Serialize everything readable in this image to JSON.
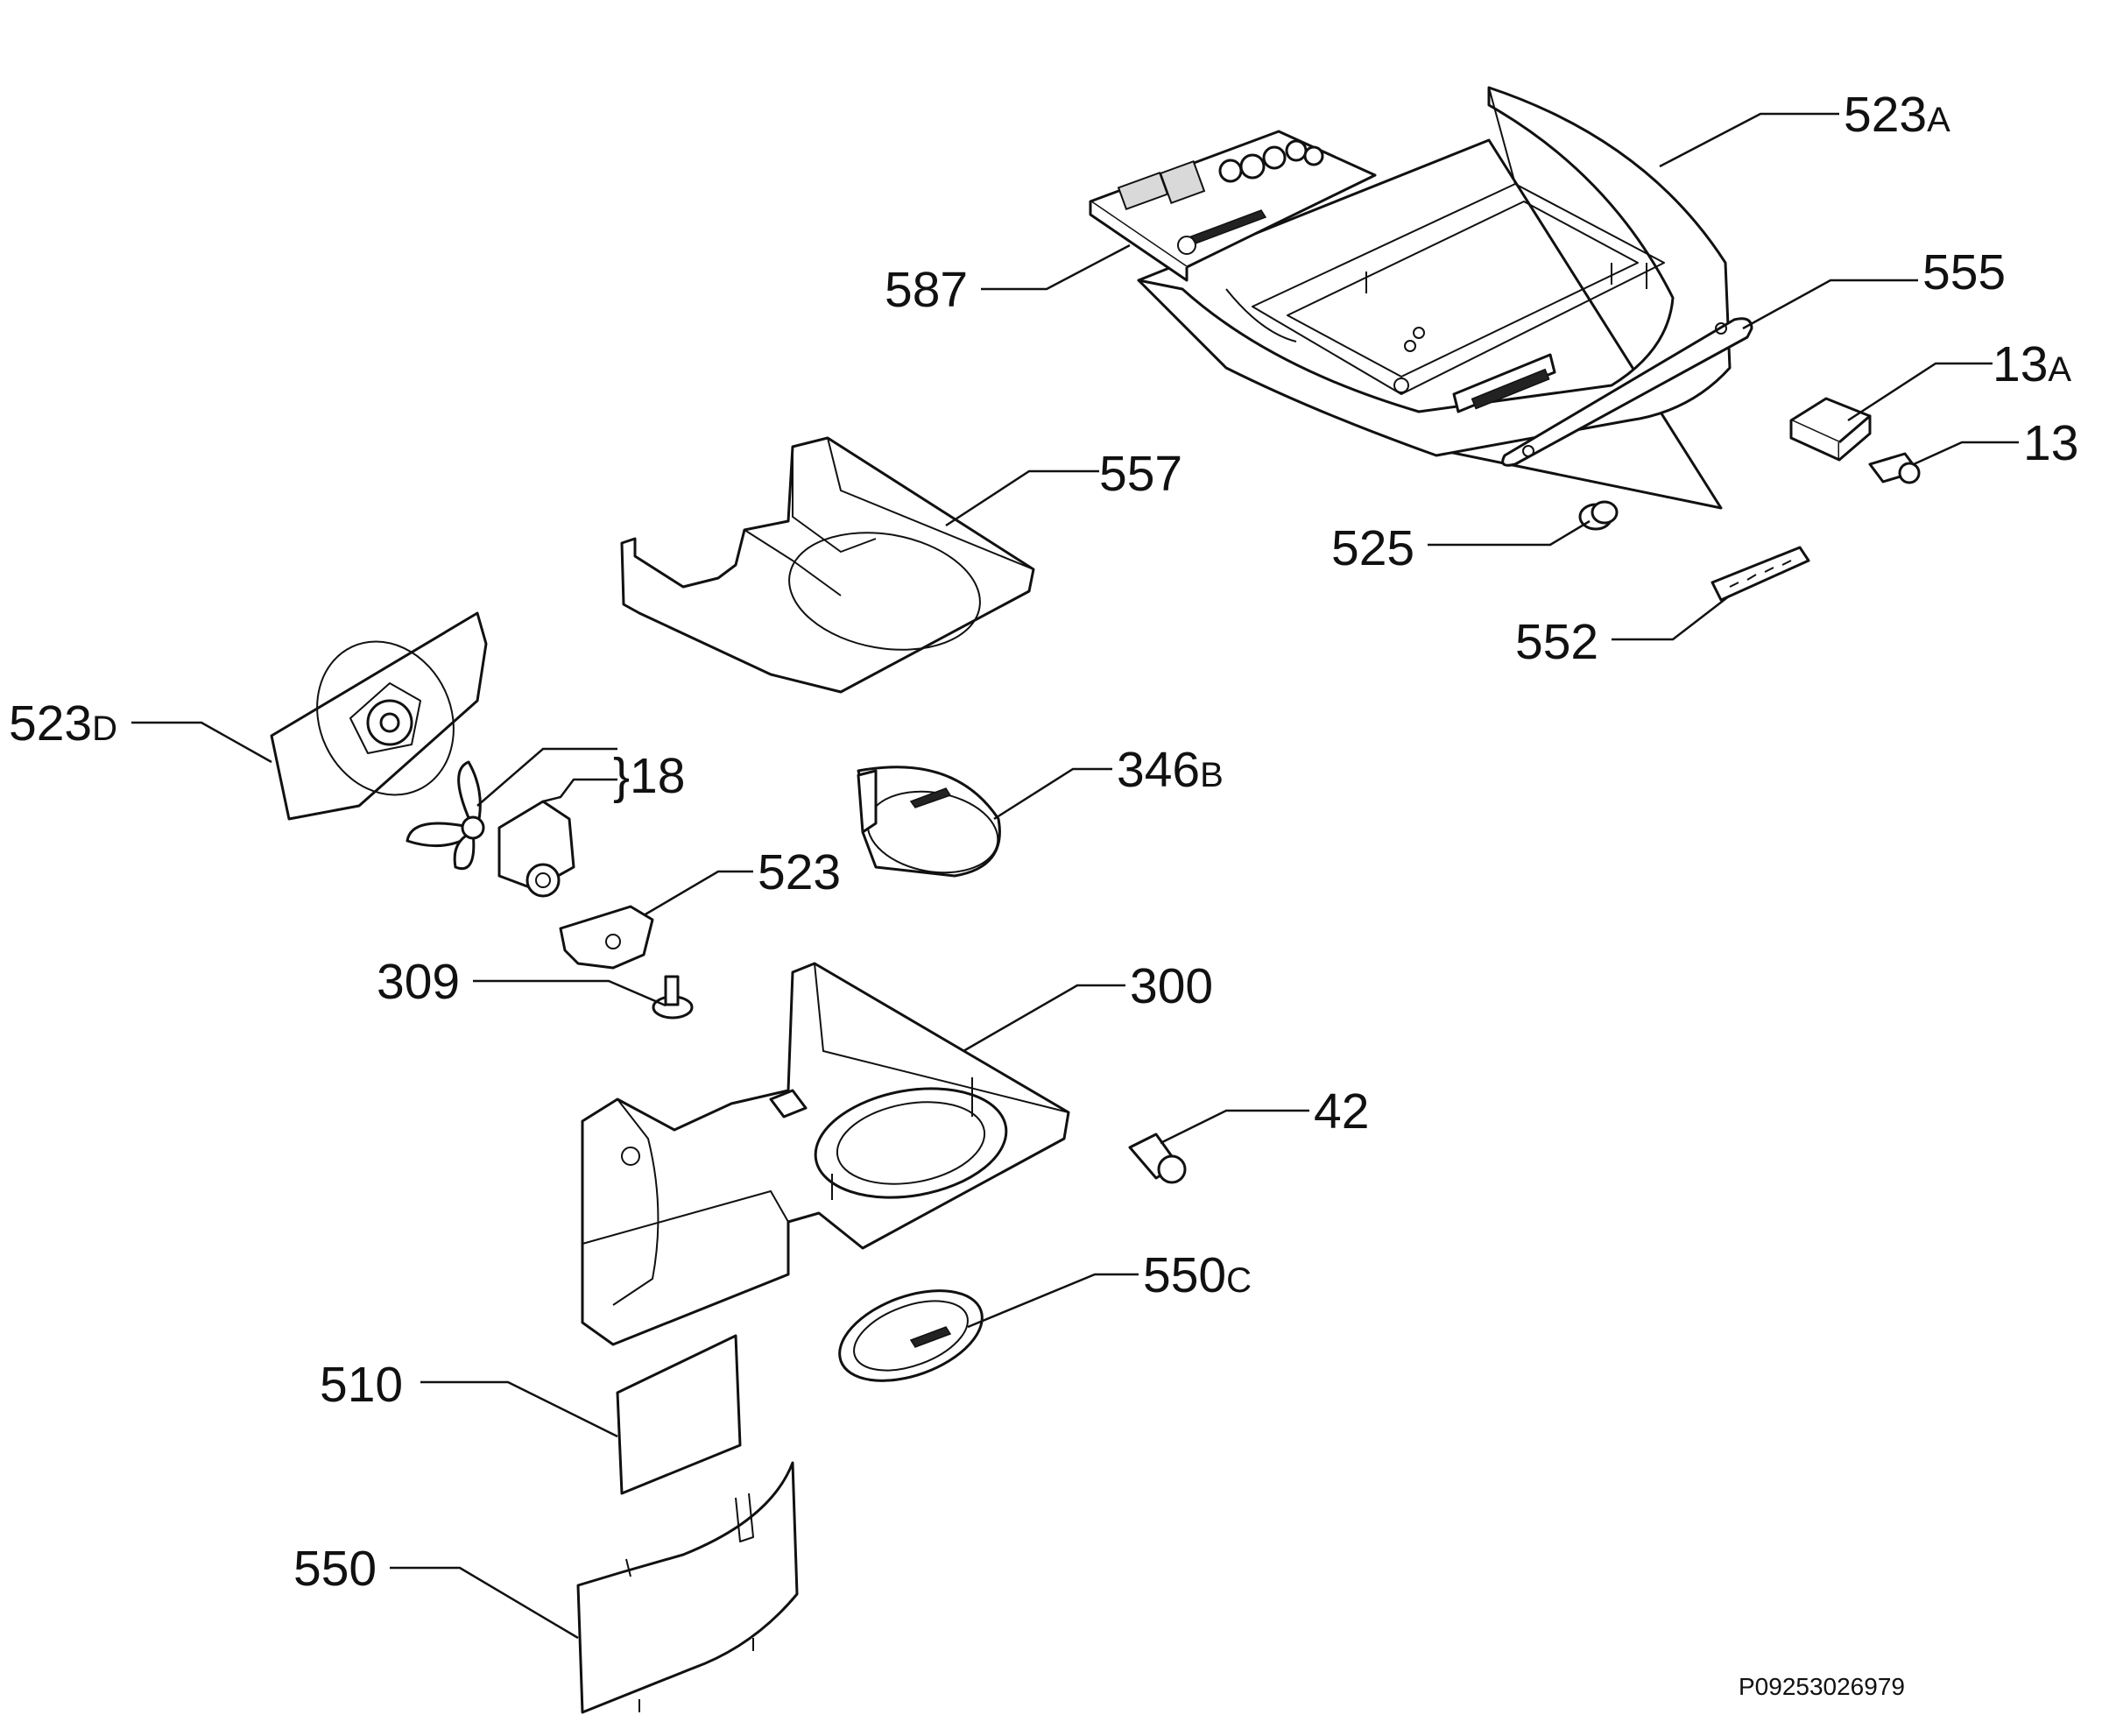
{
  "diagram": {
    "reference_code": "P09253026979",
    "labels": [
      {
        "id": "523A",
        "number": "523",
        "suffix": "A"
      },
      {
        "id": "587",
        "number": "587",
        "suffix": ""
      },
      {
        "id": "555",
        "number": "555",
        "suffix": ""
      },
      {
        "id": "13A",
        "number": "13",
        "suffix": "A"
      },
      {
        "id": "13",
        "number": "13",
        "suffix": ""
      },
      {
        "id": "557",
        "number": "557",
        "suffix": ""
      },
      {
        "id": "525",
        "number": "525",
        "suffix": ""
      },
      {
        "id": "552",
        "number": "552",
        "suffix": ""
      },
      {
        "id": "523D",
        "number": "523",
        "suffix": "D"
      },
      {
        "id": "18",
        "number": "}18",
        "suffix": ""
      },
      {
        "id": "346B",
        "number": "346",
        "suffix": "B"
      },
      {
        "id": "523",
        "number": "523",
        "suffix": ""
      },
      {
        "id": "309",
        "number": "309",
        "suffix": ""
      },
      {
        "id": "300",
        "number": "300",
        "suffix": ""
      },
      {
        "id": "42",
        "number": "42",
        "suffix": ""
      },
      {
        "id": "550C",
        "number": "550",
        "suffix": "C"
      },
      {
        "id": "510",
        "number": "510",
        "suffix": ""
      },
      {
        "id": "550",
        "number": "550",
        "suffix": ""
      }
    ]
  }
}
